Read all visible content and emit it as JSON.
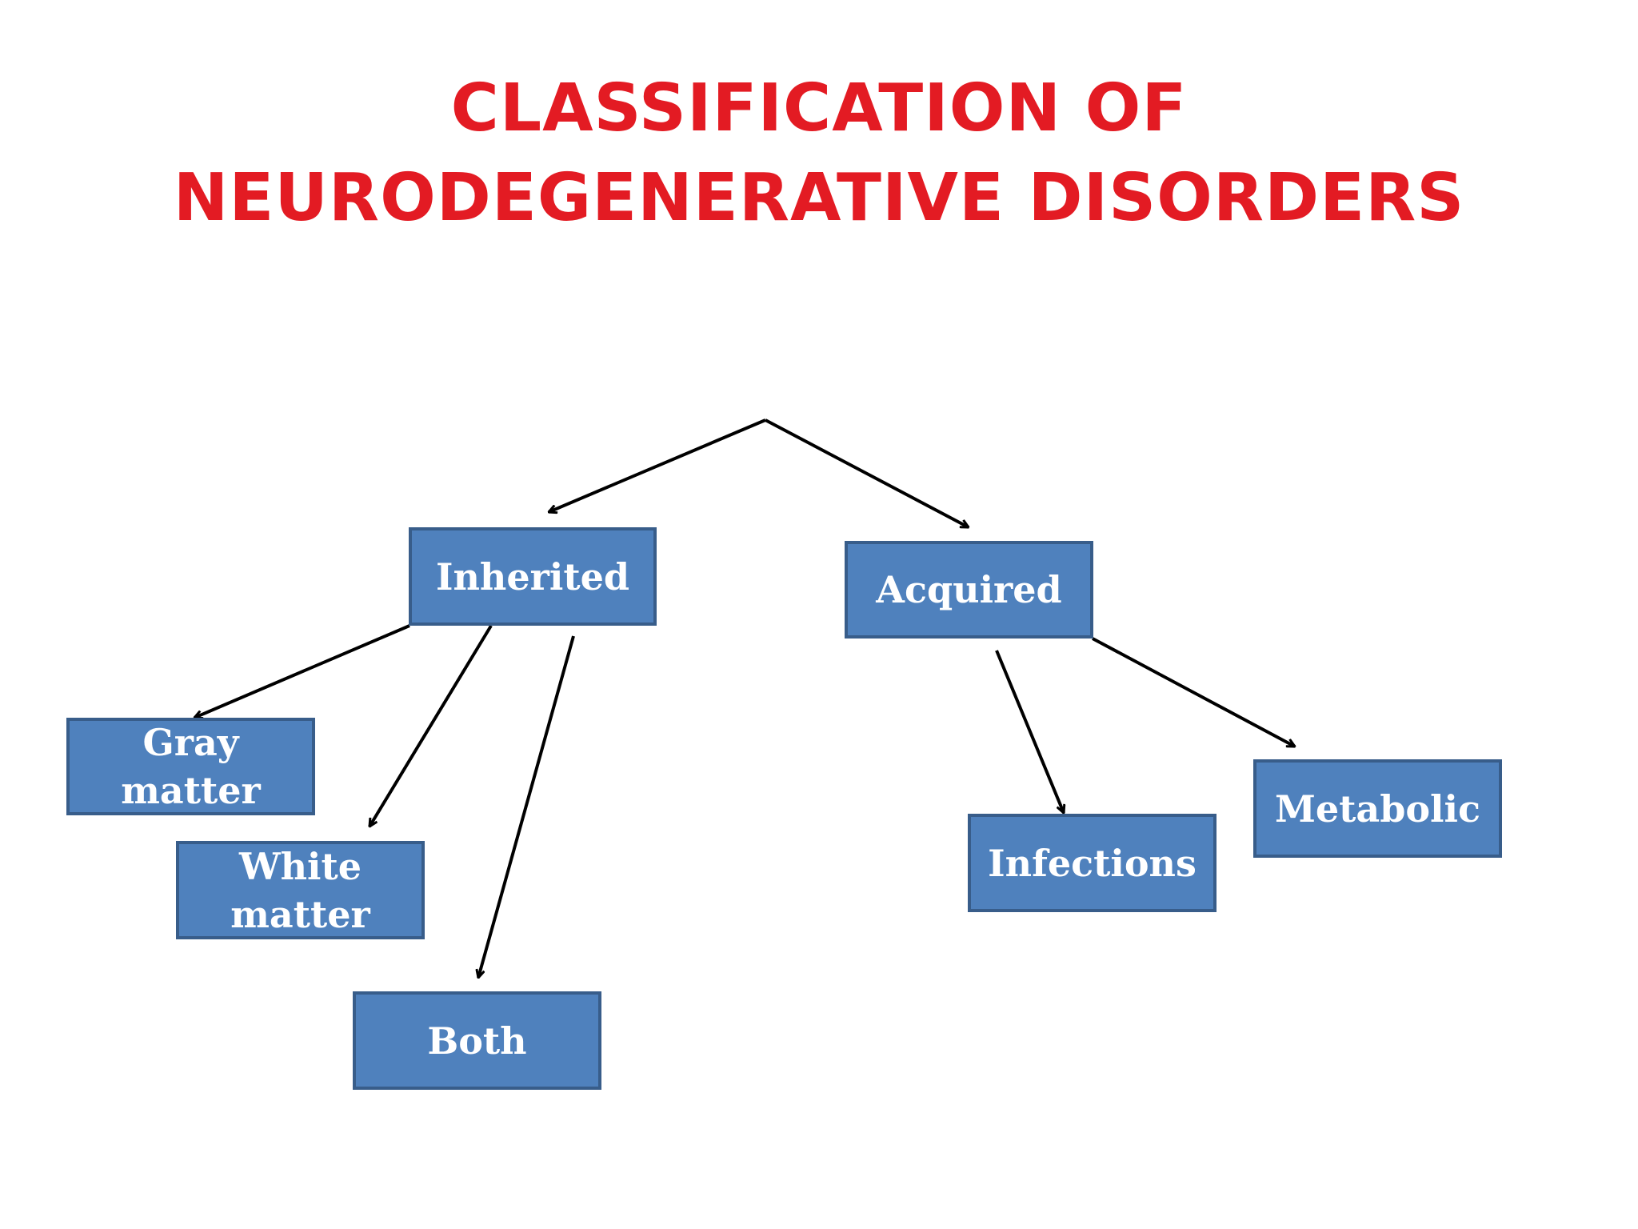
{
  "title": {
    "line1": "CLASSIFICATION OF",
    "line2": "NEURODEGENERATIVE DISORDERS"
  },
  "colors": {
    "title": "#e31b23",
    "box_fill": "#4f81bd",
    "box_border": "#385d8a",
    "box_text": "#ffffff",
    "arrow": "#000000"
  },
  "nodes": {
    "inherited": {
      "label": "Inherited"
    },
    "acquired": {
      "label": "Acquired"
    },
    "gray_matter": {
      "line1": "Gray",
      "line2": "matter"
    },
    "white_matter": {
      "line1": "White",
      "line2": "matter"
    },
    "both": {
      "label": "Both"
    },
    "infections": {
      "label": "Infections"
    },
    "metabolic": {
      "label": "Metabolic"
    }
  }
}
